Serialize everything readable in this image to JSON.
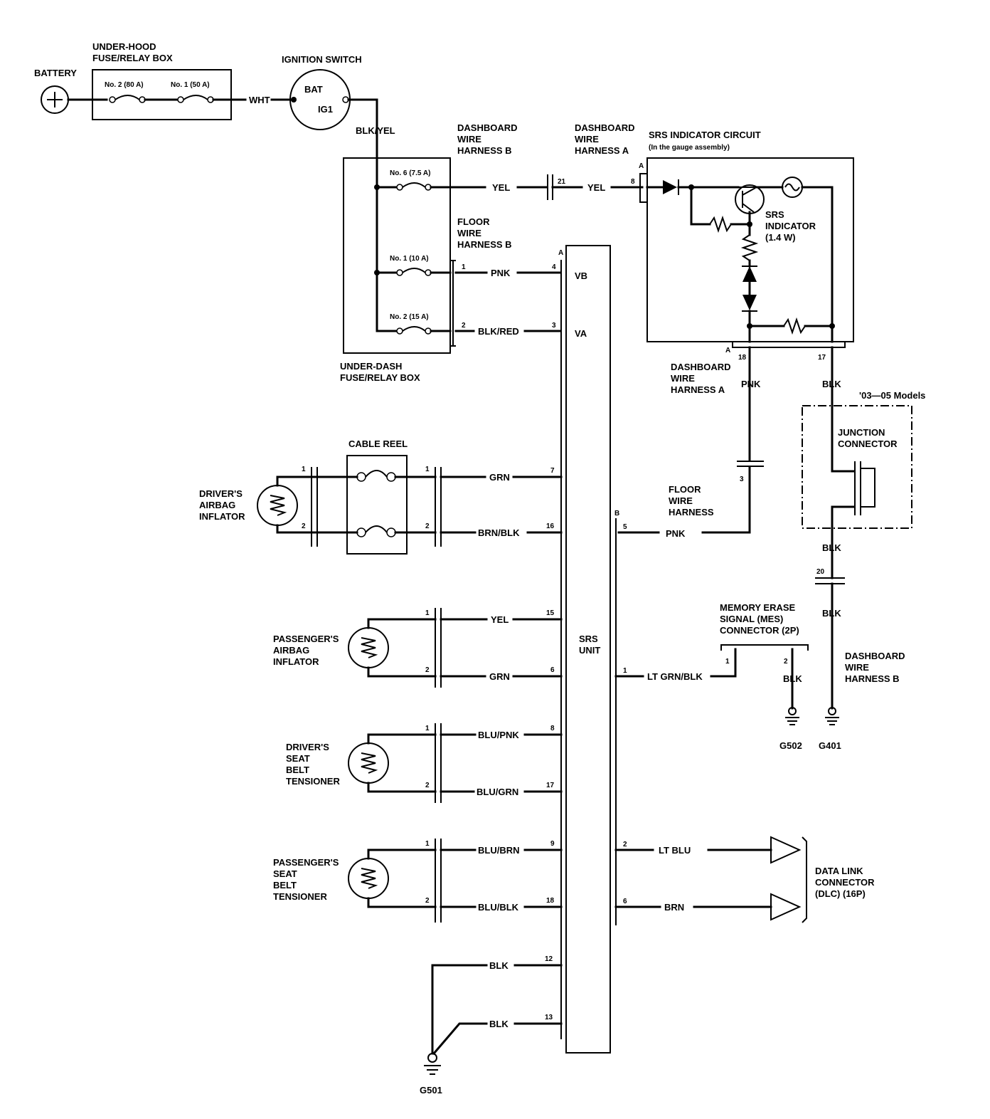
{
  "components": {
    "battery": "BATTERY",
    "underhood_box": [
      "UNDER-HOOD",
      "FUSE/RELAY BOX"
    ],
    "underhood_fuse_2": "No. 2 (80 A)",
    "underhood_fuse_1": "No. 1 (50 A)",
    "ignition_switch": "IGNITION SWITCH",
    "ign_bat": "BAT",
    "ign_ig1": "IG1",
    "underdash_box": [
      "UNDER-DASH",
      "FUSE/RELAY BOX"
    ],
    "underdash_fuse_6": "No. 6 (7.5 A)",
    "underdash_fuse_1": "No. 1 (10 A)",
    "underdash_fuse_2": "No. 2 (15 A)",
    "srs_indicator_circuit": [
      "SRS INDICATOR CIRCUIT",
      "(In the gauge assembly)"
    ],
    "srs_indicator": [
      "SRS",
      "INDICATOR",
      "(1.4 W)"
    ],
    "srs_unit": [
      "SRS",
      "UNIT"
    ],
    "srs_vb": "VB",
    "srs_va": "VA",
    "cable_reel": "CABLE REEL",
    "drivers_airbag": [
      "DRIVER'S",
      "AIRBAG",
      "INFLATOR"
    ],
    "passengers_airbag": [
      "PASSENGER'S",
      "AIRBAG",
      "INFLATOR"
    ],
    "drivers_tensioner": [
      "DRIVER'S",
      "SEAT",
      "BELT",
      "TENSIONER"
    ],
    "passengers_tensioner": [
      "PASSENGER'S",
      "SEAT",
      "BELT",
      "TENSIONER"
    ],
    "models_note": "'03—05 Models",
    "junction_connector": [
      "JUNCTION",
      "CONNECTOR"
    ],
    "mes_connector": [
      "MEMORY ERASE",
      "SIGNAL (MES)",
      "CONNECTOR (2P)"
    ],
    "dlc": [
      "DATA LINK",
      "CONNECTOR",
      "(DLC) (16P)"
    ],
    "g401": "G401",
    "g501": "G501",
    "g502": "G502"
  },
  "harnesses": {
    "dash_b_top": [
      "DASHBOARD",
      "WIRE",
      "HARNESS B"
    ],
    "dash_a_top": [
      "DASHBOARD",
      "WIRE",
      "HARNESS A"
    ],
    "floor_b": [
      "FLOOR",
      "WIRE",
      "HARNESS B"
    ],
    "dash_a_mid": [
      "DASHBOARD",
      "WIRE",
      "HARNESS A"
    ],
    "floor": [
      "FLOOR",
      "WIRE",
      "HARNESS"
    ],
    "dash_b_right": [
      "DASHBOARD",
      "WIRE",
      "HARNESS B"
    ]
  },
  "wires": {
    "wht": "WHT",
    "blk_yel": "BLK/YEL",
    "yel_1": "YEL",
    "yel_2": "YEL",
    "pnk_vb": "PNK",
    "blk_red": "BLK/RED",
    "pnk_ind": "PNK",
    "blk_ind": "BLK",
    "blk_jc": "BLK",
    "blk_g401": "BLK",
    "grn_1": "GRN",
    "brn_blk": "BRN/BLK",
    "pnk_floor": "PNK",
    "yel_pass": "YEL",
    "grn_pass": "GRN",
    "lt_grn_blk": "LT GRN/BLK",
    "blk_g502": "BLK",
    "blu_pnk": "BLU/PNK",
    "blu_grn": "BLU/GRN",
    "blu_brn": "BLU/BRN",
    "blu_blk": "BLU/BLK",
    "lt_blu": "LT BLU",
    "brn": "BRN",
    "blk_12": "BLK",
    "blk_13": "BLK"
  },
  "pins": {
    "p21": "21",
    "p8": "8",
    "pA1": "A",
    "pA2": "A",
    "p18": "18",
    "p17": "17",
    "pA3": "A",
    "p1a": "1",
    "p4": "4",
    "p2a": "2",
    "p3": "3",
    "p3b": "3",
    "p1c": "1",
    "p2c": "2",
    "p1d": "1",
    "p2d": "2",
    "p7": "7",
    "p16": "16",
    "pB": "B",
    "p5": "5",
    "p20": "20",
    "p1e": "1",
    "p2e": "2",
    "p15": "15",
    "p6": "6",
    "p1f": "1",
    "p1g": "1",
    "p2g": "2",
    "p1h": "1",
    "p2h": "2",
    "p8b": "8",
    "p17b": "17",
    "p1i": "1",
    "p2i": "2",
    "p9": "9",
    "p18b": "18",
    "p2j": "2",
    "p6b": "6",
    "p12": "12",
    "p13": "13"
  }
}
